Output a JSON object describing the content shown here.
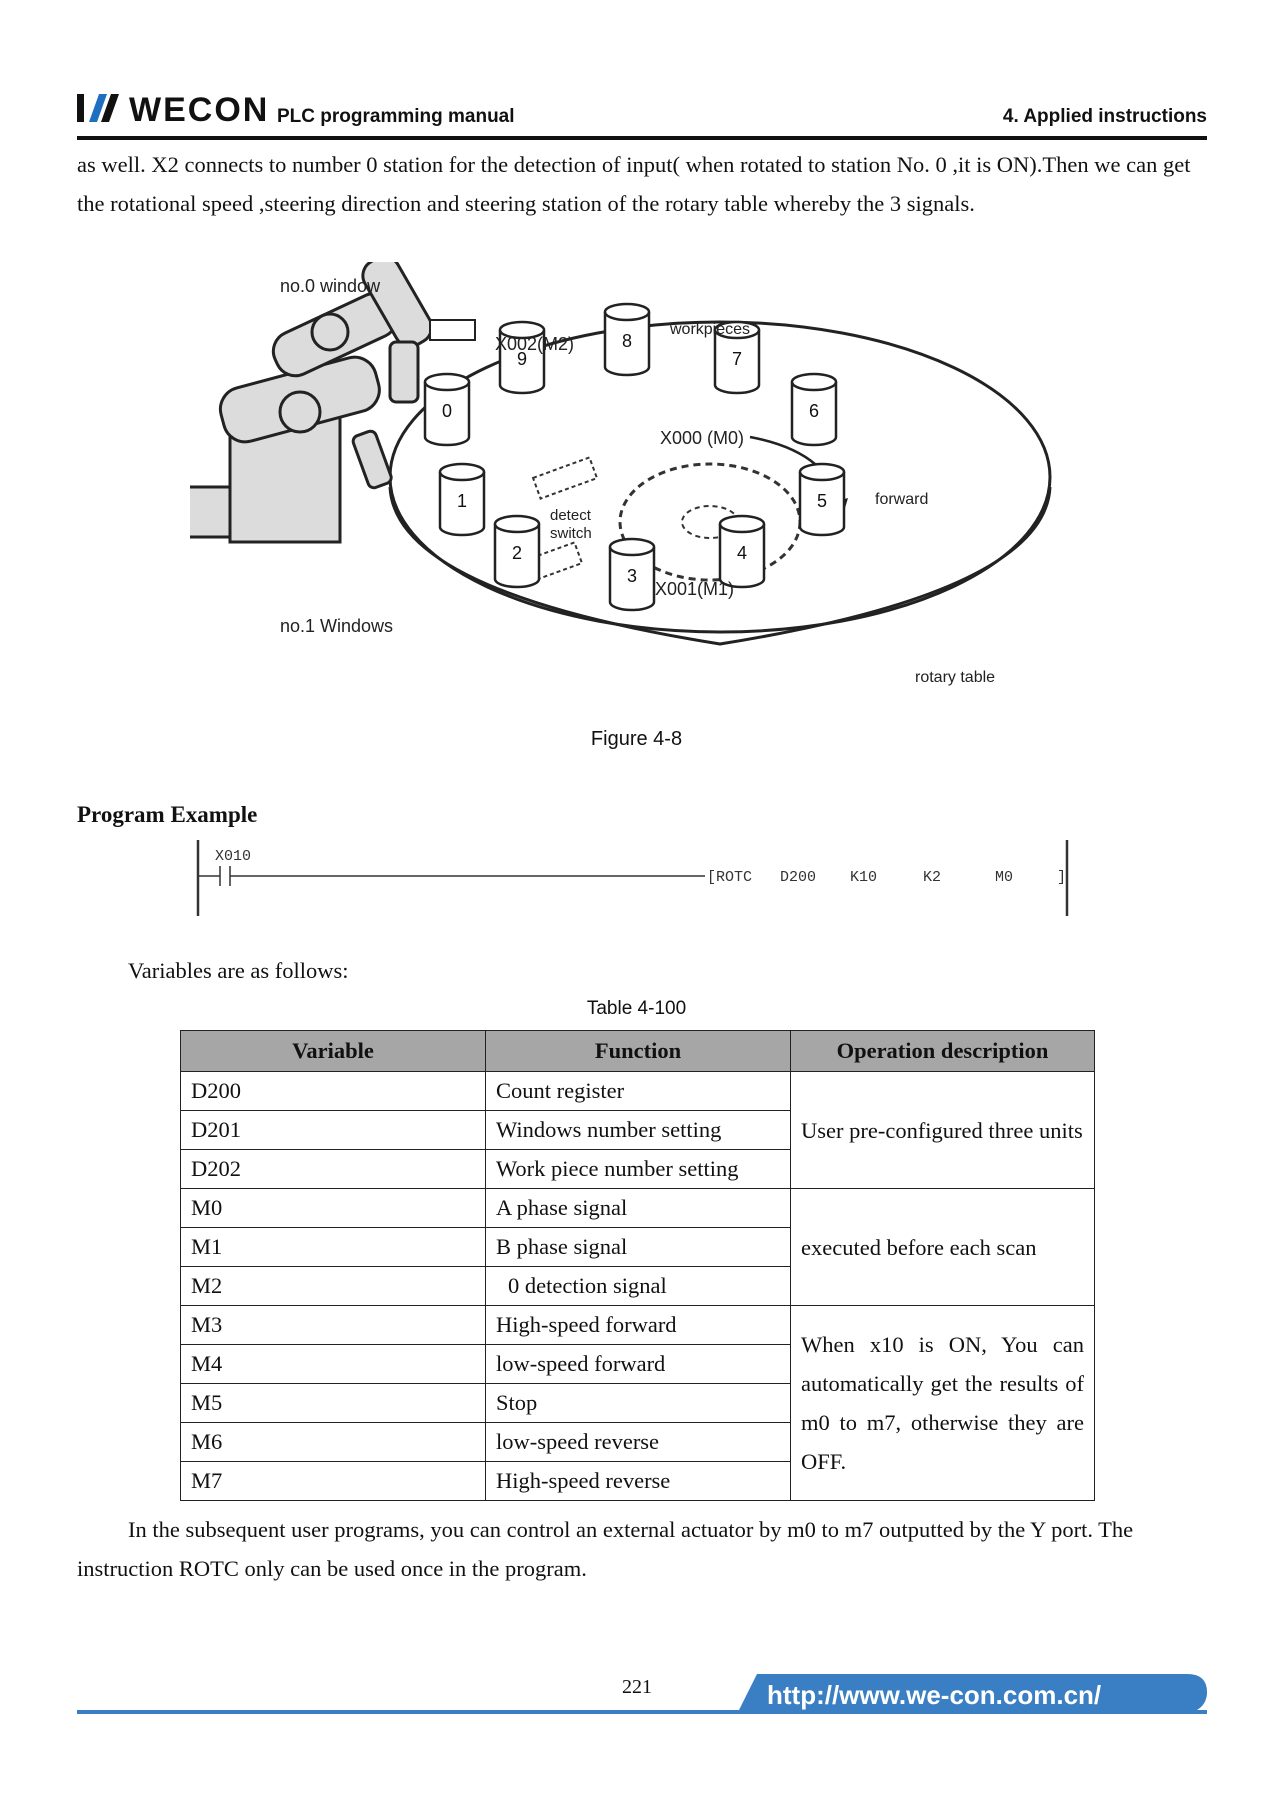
{
  "header": {
    "logo_text": "WECON",
    "manual_title": "PLC programming manual",
    "section_title": "4. Applied instructions"
  },
  "intro_text": "as well. X2 connects to number 0 station for the detection of input( when rotated to station No. 0 ,it is ON).Then we can get the rotational speed ,steering direction and steering station of the rotary table whereby the 3 signals.",
  "figure": {
    "labels": {
      "window0": "no.0 window",
      "window1": "no.1 Windows",
      "x002": "X002(M2)",
      "workpieces": "workpieces",
      "x000": "X000 (M0)",
      "x001": "X001(M1)",
      "detect": "detect",
      "switch": "switch",
      "forward": "forward",
      "rotary_table": "rotary table"
    },
    "stations": [
      "0",
      "1",
      "2",
      "3",
      "4",
      "5",
      "6",
      "7",
      "8",
      "9"
    ],
    "caption": "Figure 4-8"
  },
  "program_heading": "Program Example",
  "ladder": {
    "contact": "X010",
    "instruction": "[ROTC",
    "operands": [
      "D200",
      "K10",
      "K2",
      "M0"
    ],
    "close": "]"
  },
  "variables_intro": "Variables are as follows:",
  "table": {
    "caption": "Table 4-100",
    "headers": [
      "Variable",
      "Function",
      "Operation description"
    ],
    "rows": [
      {
        "variable": "D200",
        "function": "Count register"
      },
      {
        "variable": "D201",
        "function": "Windows number setting"
      },
      {
        "variable": "D202",
        "function": "Work piece number setting"
      },
      {
        "variable": "M0",
        "function": "A phase signal"
      },
      {
        "variable": "M1",
        "function": "B phase signal"
      },
      {
        "variable": "M2",
        "function": "0 detection signal"
      },
      {
        "variable": "M3",
        "function": "High-speed forward"
      },
      {
        "variable": "M4",
        "function": "low-speed forward"
      },
      {
        "variable": "M5",
        "function": "Stop"
      },
      {
        "variable": "M6",
        "function": "low-speed reverse"
      },
      {
        "variable": "M7",
        "function": "High-speed reverse"
      }
    ],
    "descriptions": [
      "User pre-configured three units",
      "executed before each scan",
      "When x10 is ON, You can automatically get the results of m0 to m7, otherwise they are OFF."
    ]
  },
  "outro_text": "In the subsequent user programs, you can control an external actuator by m0 to m7 outputted by the Y port. The instruction ROTC only can be used once in the program.",
  "footer": {
    "page_number": "221",
    "url": "http://www.we-con.com.cn/",
    "accent_color": "#3a7fc4"
  }
}
